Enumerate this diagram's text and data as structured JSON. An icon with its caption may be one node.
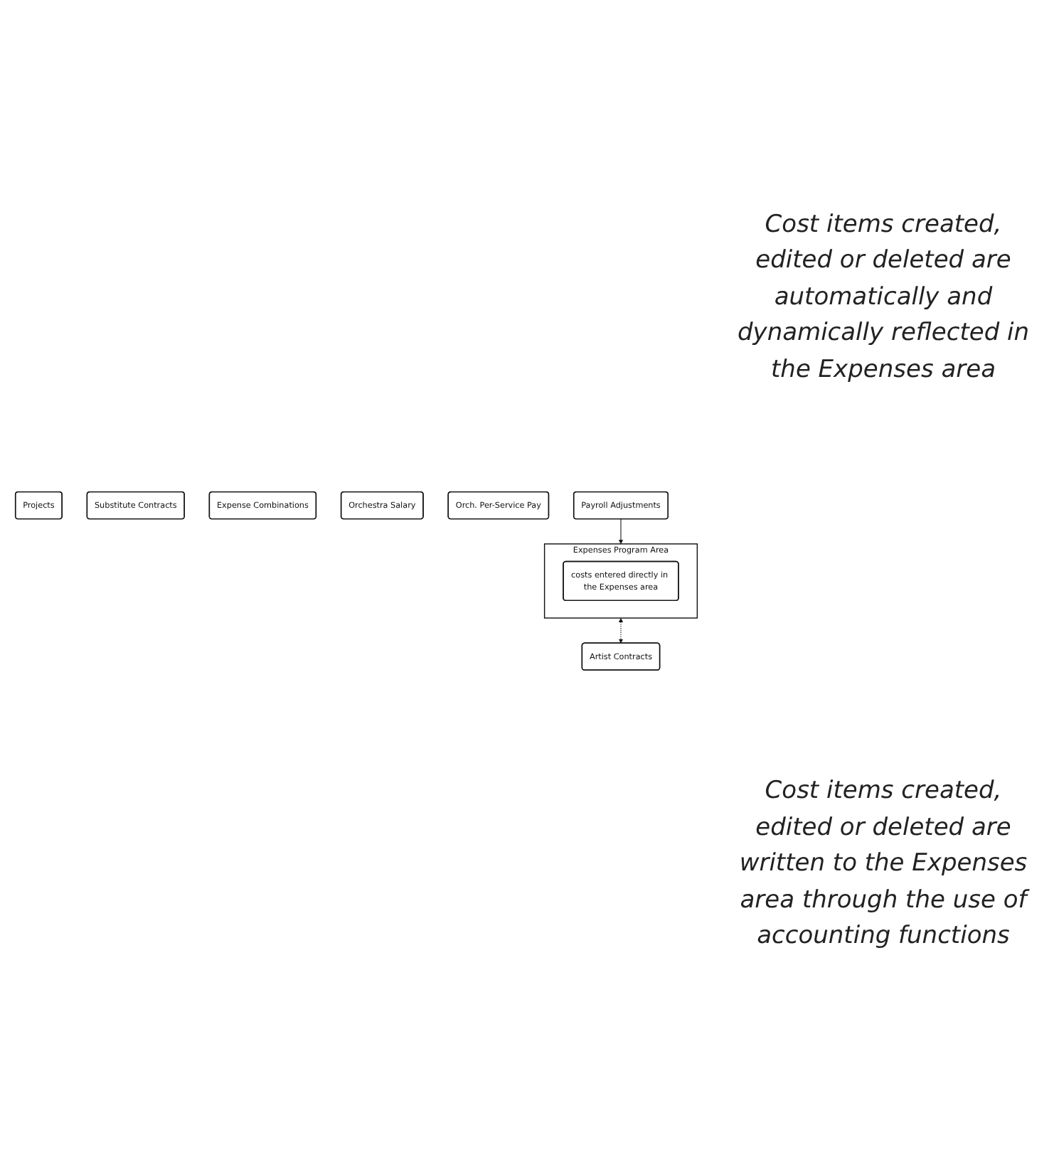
{
  "diagram": {
    "nodes": [
      {
        "text": [
          "Projects"
        ]
      },
      {
        "text": [
          "Artist Contracts"
        ]
      },
      {
        "text": [
          "Substitute Contracts"
        ]
      },
      {
        "text": [
          "Expense Combinations"
        ]
      },
      {
        "text": [
          "Expenses Program Area"
        ]
      },
      {
        "text": [
          "costs entered directly in the Expenses area"
        ],
        "in": 4
      },
      {
        "text": [
          "Orchestra Salary"
        ]
      },
      {
        "text": [
          "Orch. Per-Service Pay"
        ]
      },
      {
        "text": [
          "Payroll Adjustments"
        ]
      }
    ],
    "edges": [
      {
        "from": 4,
        "to": 1,
        "arrow": "both",
        "style": "dashed"
      },
      {
        "from": 8,
        "to": 4,
        "arrow": "to"
      }
    ],
    "labels": [
      "Cost items created, edited or deleted are automatically and dynamically reflected in the Expenses area",
      "Cost items created, edited or deleted are written to the Expenses area through the use of accounting functions"
    ]
  }
}
